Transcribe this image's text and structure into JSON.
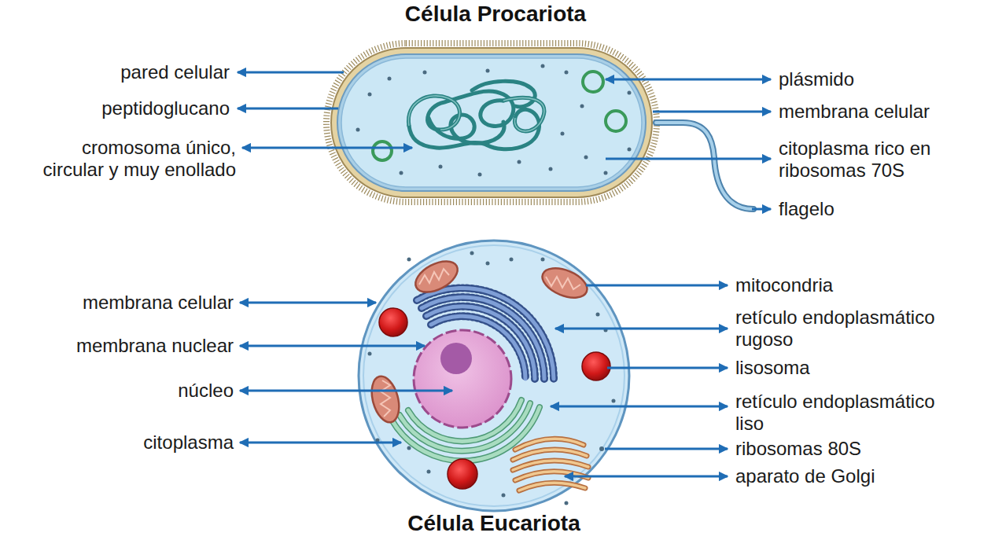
{
  "diagram": {
    "nodes": [
      {
        "text": [
          "Célula Procariota"
        ]
      },
      {
        "text": [
          "Célula Eucariota"
        ]
      }
    ],
    "labels": [
      "pared celular",
      "peptidoglucano",
      "cromosoma único, circular y muy enollado",
      "plásmido",
      "membrana celular",
      "citoplasma rico en ribosomas 70S",
      "flagelo",
      "membrana celular",
      "membrana nuclear",
      "núcleo",
      "citoplasma",
      "mitocondria",
      "retículo endoplasmático rugoso",
      "lisosoma",
      "retículo endoplasmático liso",
      "ribosomas 80S",
      "aparato de Golgi"
    ]
  }
}
